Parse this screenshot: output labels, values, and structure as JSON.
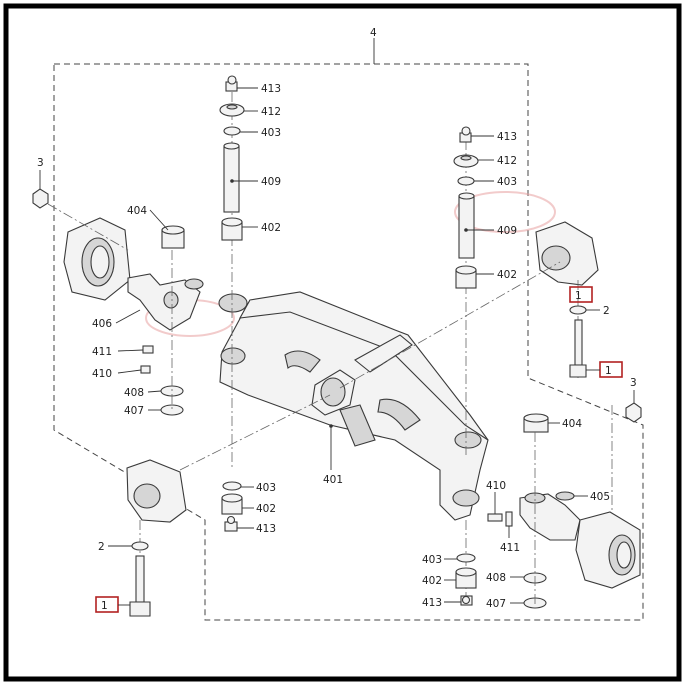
{
  "callouts": {
    "assembly": "4",
    "c413_left": "413",
    "c412_left": "412",
    "c403_left_top": "403",
    "c409_left": "409",
    "c402_left_top": "402",
    "c413_right": "413",
    "c412_right": "412",
    "c403_right_top": "403",
    "c409_right": "409",
    "c402_right_top": "402",
    "c3_left": "3",
    "c404_left": "404",
    "c406": "406",
    "c411_left": "411",
    "c410_left": "410",
    "c408_left": "408",
    "c407_left": "407",
    "c2_right": "2",
    "c1_right_top": "1",
    "c1_right": "1",
    "c3_right": "3",
    "c404_right": "404",
    "c405": "405",
    "c401": "401",
    "c403_bottom_mid": "403",
    "c402_bottom_mid": "402",
    "c413_bottom_mid": "413",
    "c2_left": "2",
    "c1_left": "1",
    "c410_right": "410",
    "c411_right": "411",
    "c403_bottom_right": "403",
    "c402_bottom_right": "402",
    "c413_bottom_right": "413",
    "c408_right": "408",
    "c407_right": "407"
  },
  "colors": {
    "frame": "#000000",
    "line": "#3a3a3a",
    "marker_box": "#b22222",
    "watermark": "#e8a0a0"
  }
}
